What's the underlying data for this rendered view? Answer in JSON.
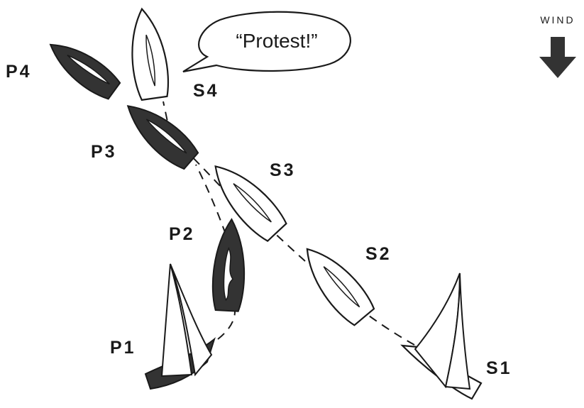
{
  "wind": {
    "label": "WIND",
    "direction_icon": "arrow-down"
  },
  "speech_bubble": {
    "text": "“Protest!”"
  },
  "labels": {
    "p1": "P1",
    "p2": "P2",
    "p3": "P3",
    "p4": "P4",
    "s1": "S1",
    "s2": "S2",
    "s3": "S3",
    "s4": "S4"
  },
  "boats": {
    "port": {
      "hull_color": "#333333",
      "positions": [
        "P1",
        "P2",
        "P3",
        "P4"
      ]
    },
    "starboard": {
      "hull_color": "#ffffff",
      "positions": [
        "S1",
        "S2",
        "S3",
        "S4"
      ]
    }
  },
  "colors": {
    "ink": "#1a1a1a",
    "port_hull": "#333333",
    "starboard_hull": "#ffffff"
  }
}
